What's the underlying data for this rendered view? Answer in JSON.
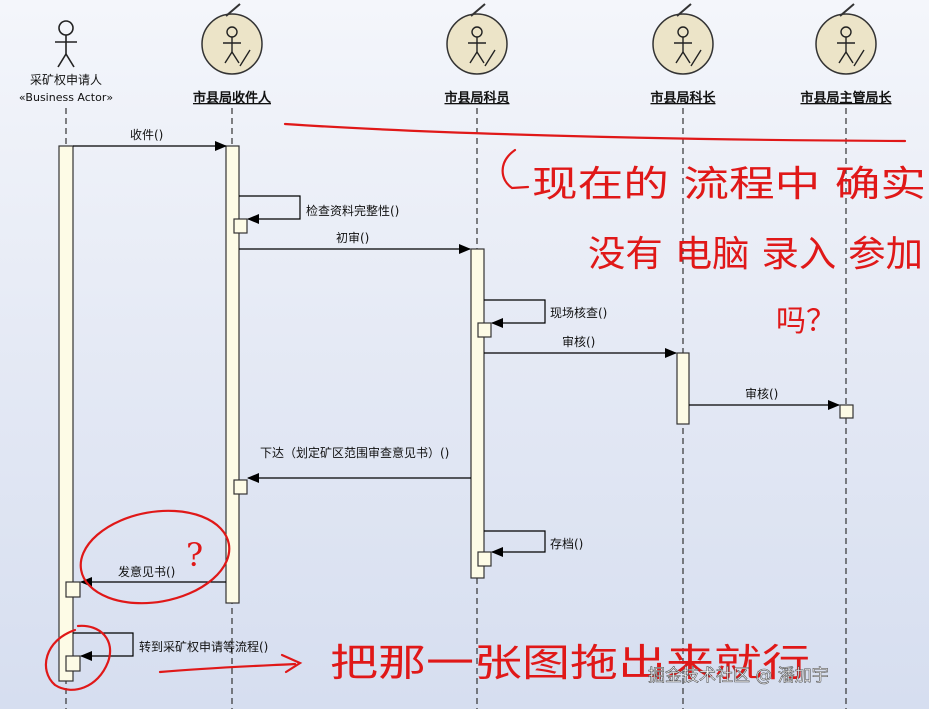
{
  "actors": [
    {
      "id": "a1",
      "name": "采矿权申请人",
      "stereotype": "«Business Actor»",
      "kind": "stick"
    },
    {
      "id": "a2",
      "name": "市县局收件人",
      "kind": "worker"
    },
    {
      "id": "a3",
      "name": "市县局科员",
      "kind": "worker"
    },
    {
      "id": "a4",
      "name": "市县局科长",
      "kind": "worker"
    },
    {
      "id": "a5",
      "name": "市县局主管局长",
      "kind": "worker"
    }
  ],
  "messages": {
    "m1": "收件()",
    "m2": "检查资料完整性()",
    "m3": "初审()",
    "m4": "现场核查()",
    "m5": "审核()",
    "m6": "审核()",
    "m7": "下达（划定矿区范围审查意见书）()",
    "m8": "存档()",
    "m9": "发意见书()",
    "m10": "转到采矿权申请等流程()"
  },
  "annotations": {
    "note1_line1": "现在的 流程中 确实",
    "note1_line2": "没有 电脑 录入 参加",
    "note1_line3": "吗？",
    "question_mark": "?",
    "note2": "把那一张图拖出来就行"
  },
  "colors": {
    "annotation": "#e01818",
    "activation_fill": "#fdfbe6",
    "lifeline": "#333333"
  },
  "watermark": "掘金技术社区 @ 潘加宇"
}
